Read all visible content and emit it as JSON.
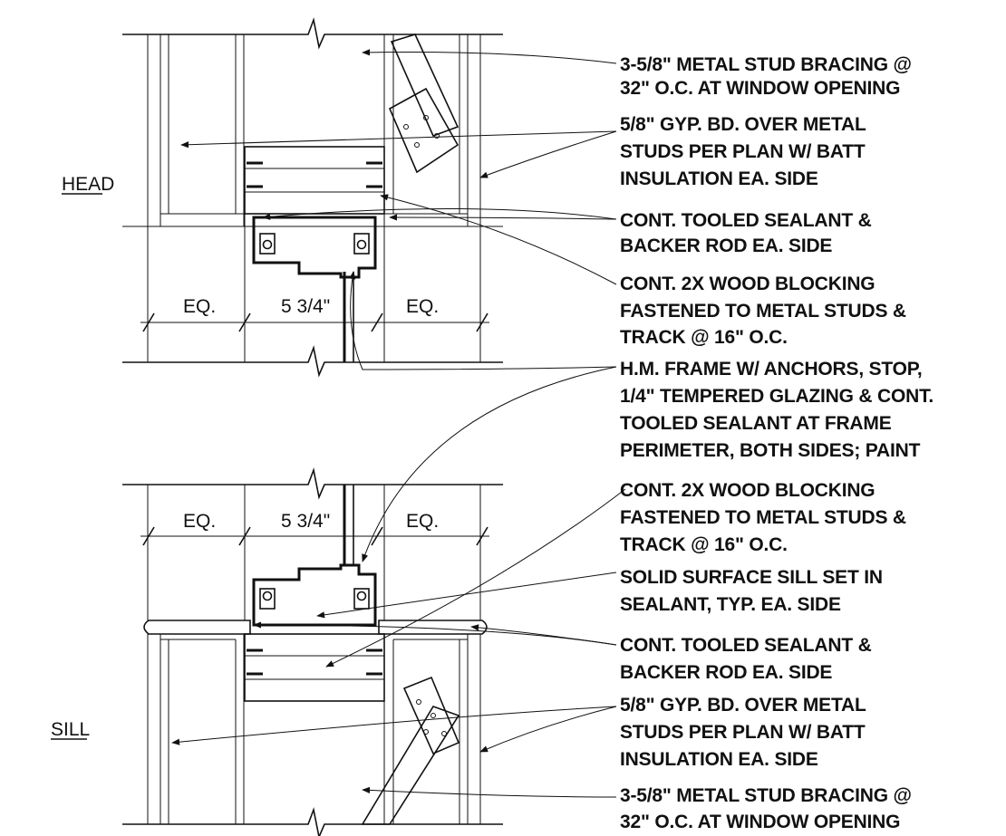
{
  "sections": {
    "head": {
      "label": "HEAD",
      "dims": [
        "EQ.",
        "5 3/4\"",
        "EQ."
      ]
    },
    "sill": {
      "label": "SILL",
      "dims": [
        "EQ.",
        "5 3/4\"",
        "EQ."
      ]
    }
  },
  "notes": [
    {
      "lines": [
        "3-5/8\" METAL STUD BRACING @",
        "32\" O.C. AT WINDOW OPENING"
      ]
    },
    {
      "lines": [
        "5/8\" GYP. BD. OVER METAL",
        "STUDS PER PLAN W/ BATT",
        "INSULATION EA. SIDE"
      ]
    },
    {
      "lines": [
        "CONT. TOOLED SEALANT &",
        "BACKER ROD EA. SIDE"
      ]
    },
    {
      "lines": [
        "CONT. 2X WOOD BLOCKING",
        "FASTENED TO METAL STUDS &",
        "TRACK @ 16\" O.C."
      ]
    },
    {
      "lines": [
        "H.M. FRAME W/ ANCHORS, STOP,",
        "1/4\" TEMPERED GLAZING & CONT.",
        "TOOLED SEALANT AT FRAME",
        "PERIMETER, BOTH SIDES; PAINT"
      ]
    },
    {
      "lines": [
        "CONT. 2X WOOD BLOCKING",
        "FASTENED TO METAL STUDS &",
        "TRACK @ 16\" O.C."
      ]
    },
    {
      "lines": [
        "SOLID SURFACE SILL SET IN",
        "SEALANT, TYP. EA. SIDE"
      ]
    },
    {
      "lines": [
        "CONT. TOOLED SEALANT &",
        "BACKER ROD EA. SIDE"
      ]
    },
    {
      "lines": [
        "5/8\" GYP. BD. OVER METAL",
        "STUDS PER PLAN W/ BATT",
        "INSULATION EA. SIDE"
      ]
    },
    {
      "lines": [
        "3-5/8\" METAL STUD BRACING @",
        "32\" O.C. AT WINDOW OPENING"
      ]
    }
  ]
}
